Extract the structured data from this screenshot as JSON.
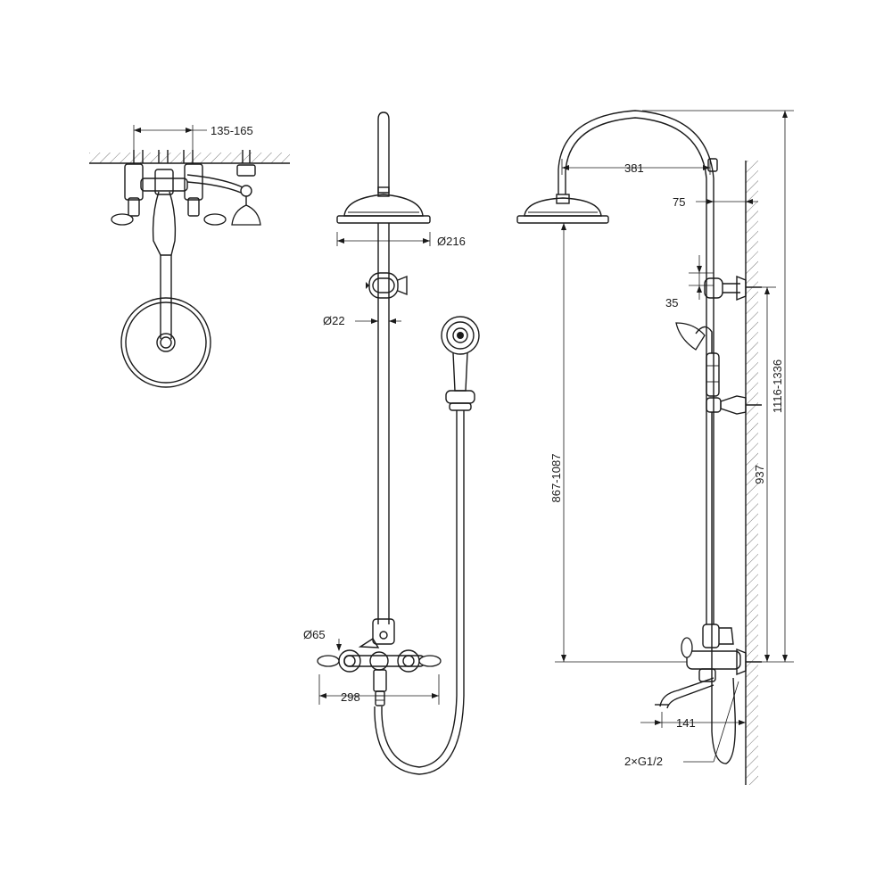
{
  "dimensions": {
    "top_view_spacing": "135-165",
    "rain_head_diameter": "Ø216",
    "pipe_diameter": "Ø22",
    "handle_diameter": "Ø65",
    "mixer_width": "298",
    "arm_reach": "381",
    "head_offset": "75",
    "bracket_spacing": "35",
    "head_height": "867-1087",
    "total_height": "1116-1336",
    "lower_bracket_height": "937",
    "spout_reach": "141",
    "inlet_thread": "2×G1/2"
  }
}
